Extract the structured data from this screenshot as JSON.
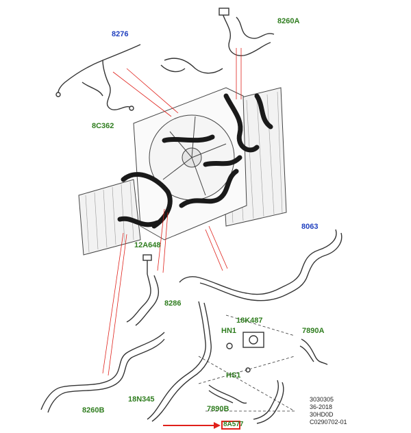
{
  "labels": {
    "p8276": "8276",
    "p8260A": "8260A",
    "p8C362": "8C362",
    "p12A648": "12A648",
    "p8286": "8286",
    "p8063": "8063",
    "p18K487": "18K487",
    "pHN1": "HN1",
    "p7890A": "7890A",
    "pHS1": "HS1",
    "p8260B": "8260B",
    "p18N345": "18N345",
    "p7890B": "7890B",
    "p8A577": "8A577"
  },
  "reference": {
    "line1": "3030305",
    "line2": "36-2018",
    "line3": "30HD0D",
    "line4": "C0290702-01"
  },
  "colors": {
    "callout_green": "#2f7d1f",
    "callout_blue": "#1f3fbf",
    "leader_red": "#e0201a",
    "hose": "#1a1a1a"
  }
}
